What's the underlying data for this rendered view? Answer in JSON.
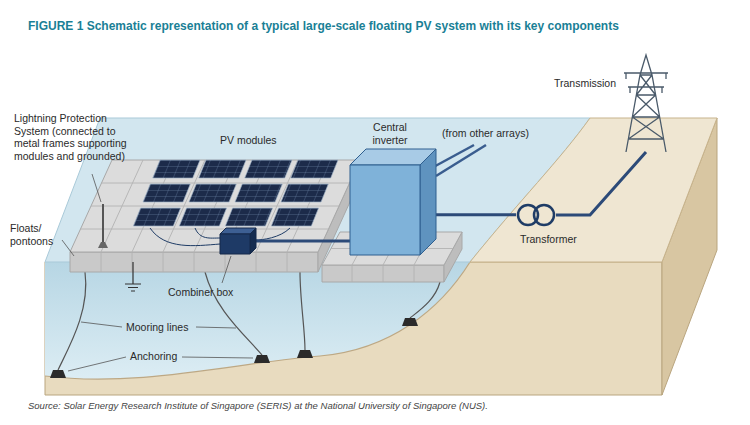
{
  "diagram": {
    "title": "FIGURE 1 Schematic representation of a typical large-scale floating PV system with its key components",
    "caption": "Source: Solar Energy Research Institute of Singapore (SERIS) at the National University of Singapore (NUS).",
    "nodes": [
      {
        "text": [
          "Combiner box"
        ]
      },
      {
        "text": [
          "Central inverter"
        ]
      },
      {
        "text": [
          "Transformer"
        ]
      },
      {
        "text": [
          "Transmission"
        ]
      }
    ],
    "edges": [
      {
        "from": 0,
        "to": 1,
        "arrow": "none"
      },
      {
        "from": 1,
        "to": 2,
        "arrow": "none"
      },
      {
        "from": 2,
        "to": 3,
        "arrow": "none"
      }
    ],
    "labels": [
      "Lightning Protection System (connected to metal frames supporting modules and grounded)",
      "PV modules",
      "(from other arrays)",
      "Floats/ pontoons",
      "Mooring lines",
      "Anchoring"
    ]
  }
}
